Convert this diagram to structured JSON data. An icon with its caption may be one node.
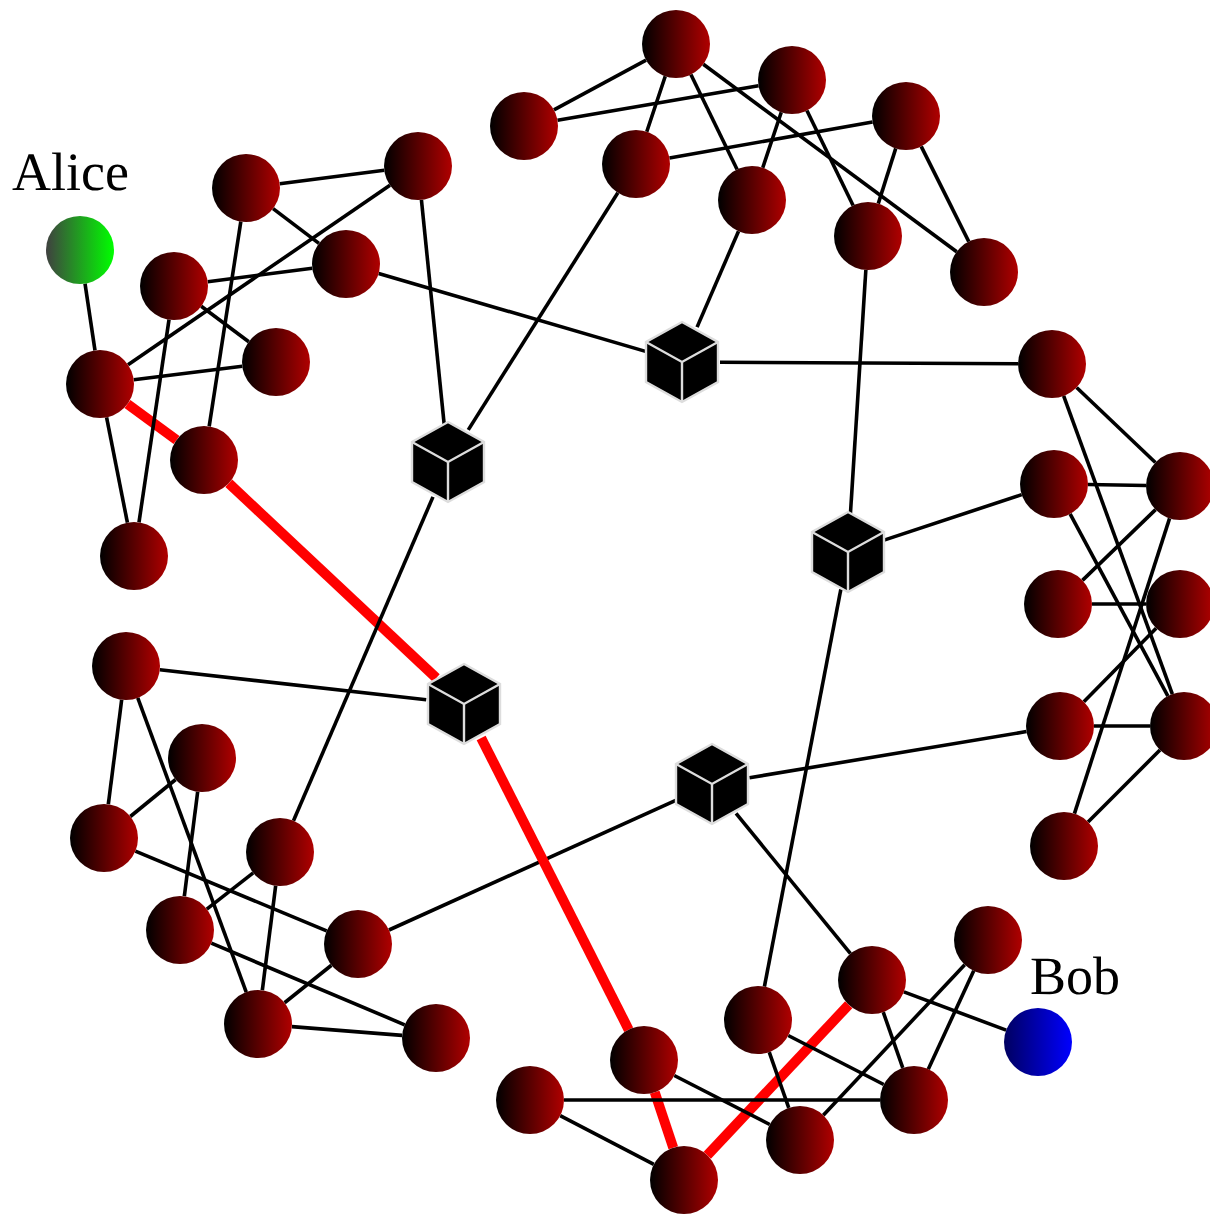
{
  "diagram": {
    "nodes": [
      {
        "text": [
          "Alice"
        ]
      },
      {
        "text": [],
        "shape": "circle"
      },
      {
        "text": [],
        "shape": "circle"
      },
      {
        "text": [],
        "shape": "circle"
      },
      {
        "text": [],
        "shape": "circle"
      },
      {
        "text": [],
        "shape": "circle"
      },
      {
        "text": [],
        "shape": "circle"
      },
      {
        "text": [],
        "shape": "circle"
      },
      {
        "text": [],
        "shape": "circle"
      },
      {
        "text": [],
        "shape": "cube"
      },
      {
        "text": [],
        "shape": "circle"
      },
      {
        "text": [],
        "shape": "circle"
      },
      {
        "text": [],
        "shape": "circle"
      },
      {
        "text": [],
        "shape": "circle"
      },
      {
        "text": [],
        "shape": "circle"
      },
      {
        "text": [],
        "shape": "circle"
      },
      {
        "text": [],
        "shape": "circle"
      },
      {
        "text": [],
        "shape": "circle"
      },
      {
        "text": [],
        "shape": "cube"
      },
      {
        "text": [],
        "shape": "circle"
      },
      {
        "text": [],
        "shape": "cube"
      },
      {
        "text": [],
        "shape": "circle"
      },
      {
        "text": [],
        "shape": "circle"
      },
      {
        "text": [],
        "shape": "circle"
      },
      {
        "text": [],
        "shape": "circle"
      },
      {
        "text": [],
        "shape": "circle"
      },
      {
        "text": [],
        "shape": "circle"
      },
      {
        "text": [],
        "shape": "circle"
      },
      {
        "text": [],
        "shape": "cube"
      },
      {
        "text": [],
        "shape": "cube"
      },
      {
        "text": [],
        "shape": "circle"
      },
      {
        "text": [],
        "shape": "circle"
      },
      {
        "text": [],
        "shape": "circle"
      },
      {
        "text": [],
        "shape": "circle"
      },
      {
        "text": [],
        "shape": "circle"
      },
      {
        "text": [],
        "shape": "circle"
      },
      {
        "text": [],
        "shape": "circle"
      },
      {
        "text": [],
        "shape": "circle"
      },
      {
        "text": [],
        "shape": "circle"
      },
      {
        "text": [],
        "shape": "circle"
      },
      {
        "text": [],
        "shape": "circle"
      },
      {
        "text": [],
        "shape": "circle"
      },
      {
        "text": [],
        "shape": "circle"
      },
      {
        "text": [],
        "shape": "circle"
      },
      {
        "text": [],
        "shape": "circle"
      },
      {
        "text": [
          "Bob"
        ]
      },
      {
        "text": [],
        "shape": "circle"
      }
    ],
    "edges": [
      {
        "from": 0,
        "to": 1,
        "arrow": "none"
      },
      {
        "from": 1,
        "to": 6,
        "arrow": "none"
      },
      {
        "from": 1,
        "to": 3,
        "arrow": "none"
      },
      {
        "from": 1,
        "to": 8,
        "arrow": "none"
      },
      {
        "from": 1,
        "to": 7,
        "arrow": "none",
        "style": "thick",
        "color": "#ff0000"
      },
      {
        "from": 7,
        "to": 28,
        "arrow": "none",
        "style": "thick",
        "color": "#ff0000"
      },
      {
        "from": 4,
        "to": 8,
        "arrow": "none"
      },
      {
        "from": 4,
        "to": 5,
        "arrow": "none"
      },
      {
        "from": 4,
        "to": 6,
        "arrow": "none"
      },
      {
        "from": 2,
        "to": 3,
        "arrow": "none"
      },
      {
        "from": 2,
        "to": 5,
        "arrow": "none"
      },
      {
        "from": 2,
        "to": 7,
        "arrow": "none"
      },
      {
        "from": 3,
        "to": 9,
        "arrow": "none"
      },
      {
        "from": 5,
        "to": 18,
        "arrow": "none"
      },
      {
        "from": 9,
        "to": 14,
        "arrow": "none"
      },
      {
        "from": 9,
        "to": 33,
        "arrow": "none"
      },
      {
        "from": 10,
        "to": 11,
        "arrow": "none"
      },
      {
        "from": 10,
        "to": 12,
        "arrow": "none"
      },
      {
        "from": 11,
        "to": 14,
        "arrow": "none"
      },
      {
        "from": 11,
        "to": 15,
        "arrow": "none"
      },
      {
        "from": 11,
        "to": 17,
        "arrow": "none"
      },
      {
        "from": 12,
        "to": 15,
        "arrow": "none"
      },
      {
        "from": 12,
        "to": 16,
        "arrow": "none"
      },
      {
        "from": 14,
        "to": 13,
        "arrow": "none"
      },
      {
        "from": 13,
        "to": 16,
        "arrow": "none"
      },
      {
        "from": 13,
        "to": 17,
        "arrow": "none"
      },
      {
        "from": 15,
        "to": 18,
        "arrow": "none"
      },
      {
        "from": 16,
        "to": 20,
        "arrow": "none"
      },
      {
        "from": 18,
        "to": 19,
        "arrow": "none"
      },
      {
        "from": 20,
        "to": 21,
        "arrow": "none"
      },
      {
        "from": 19,
        "to": 22,
        "arrow": "none"
      },
      {
        "from": 19,
        "to": 26,
        "arrow": "none"
      },
      {
        "from": 21,
        "to": 22,
        "arrow": "none"
      },
      {
        "from": 21,
        "to": 26,
        "arrow": "none"
      },
      {
        "from": 22,
        "to": 23,
        "arrow": "none"
      },
      {
        "from": 22,
        "to": 27,
        "arrow": "none"
      },
      {
        "from": 23,
        "to": 24,
        "arrow": "none"
      },
      {
        "from": 24,
        "to": 25,
        "arrow": "none"
      },
      {
        "from": 25,
        "to": 26,
        "arrow": "none"
      },
      {
        "from": 26,
        "to": 27,
        "arrow": "none"
      },
      {
        "from": 29,
        "to": 25,
        "arrow": "none"
      },
      {
        "from": 30,
        "to": 28,
        "arrow": "none"
      },
      {
        "from": 30,
        "to": 32,
        "arrow": "none"
      },
      {
        "from": 30,
        "to": 36,
        "arrow": "none"
      },
      {
        "from": 31,
        "to": 32,
        "arrow": "none"
      },
      {
        "from": 31,
        "to": 34,
        "arrow": "none"
      },
      {
        "from": 32,
        "to": 35,
        "arrow": "none"
      },
      {
        "from": 33,
        "to": 34,
        "arrow": "none"
      },
      {
        "from": 33,
        "to": 36,
        "arrow": "none"
      },
      {
        "from": 34,
        "to": 37,
        "arrow": "none"
      },
      {
        "from": 35,
        "to": 36,
        "arrow": "none"
      },
      {
        "from": 36,
        "to": 37,
        "arrow": "none"
      },
      {
        "from": 35,
        "to": 29,
        "arrow": "none"
      },
      {
        "from": 28,
        "to": 38,
        "arrow": "none",
        "style": "thick",
        "color": "#ff0000"
      },
      {
        "from": 38,
        "to": 39,
        "arrow": "none",
        "style": "thick",
        "color": "#ff0000"
      },
      {
        "from": 39,
        "to": 42,
        "arrow": "none",
        "style": "thick",
        "color": "#ff0000"
      },
      {
        "from": 38,
        "to": 41,
        "arrow": "none"
      },
      {
        "from": 46,
        "to": 43,
        "arrow": "none"
      },
      {
        "from": 46,
        "to": 39,
        "arrow": "none"
      },
      {
        "from": 40,
        "to": 41,
        "arrow": "none"
      },
      {
        "from": 40,
        "to": 43,
        "arrow": "none"
      },
      {
        "from": 40,
        "to": 20,
        "arrow": "none"
      },
      {
        "from": 42,
        "to": 29,
        "arrow": "none"
      },
      {
        "from": 42,
        "to": 45,
        "arrow": "none"
      },
      {
        "from": 42,
        "to": 43,
        "arrow": "none"
      },
      {
        "from": 44,
        "to": 41,
        "arrow": "none"
      },
      {
        "from": 44,
        "to": 43,
        "arrow": "none"
      }
    ]
  }
}
